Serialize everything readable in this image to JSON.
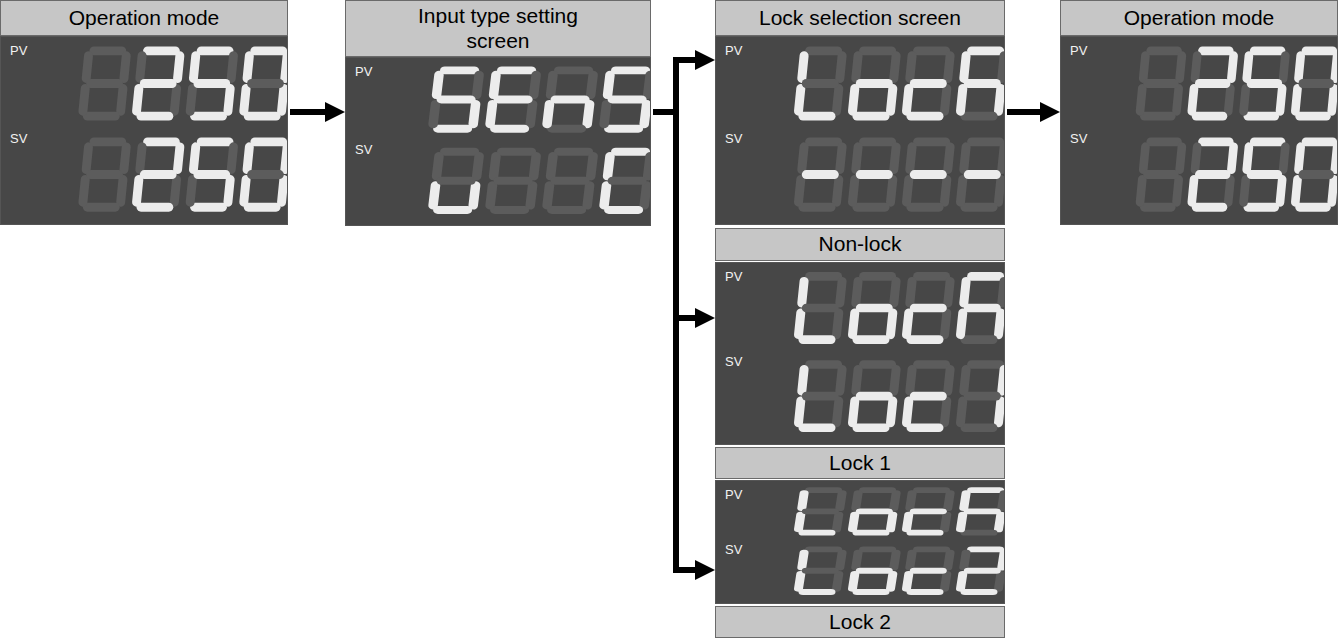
{
  "diagram": {
    "nodes": [
      {
        "text": [
          "Operation mode"
        ]
      },
      {
        "text": [
          "Input type setting screen"
        ]
      },
      {
        "text": [
          "Lock selection screen",
          "Non-lock"
        ]
      },
      {
        "text": [
          "Lock 1"
        ]
      },
      {
        "text": [
          "Lock 2"
        ]
      },
      {
        "text": [
          "Operation mode"
        ]
      }
    ],
    "edges": [
      {
        "from": 0,
        "to": 1,
        "arrow": "to"
      },
      {
        "from": 1,
        "to": 2,
        "arrow": "to"
      },
      {
        "from": 1,
        "to": 3,
        "arrow": "to"
      },
      {
        "from": 1,
        "to": 4,
        "arrow": "to"
      },
      {
        "from": 2,
        "to": 5,
        "arrow": "to"
      }
    ],
    "labels": [
      "PV",
      "SV",
      "PV",
      "SV",
      "PV",
      "SV",
      "PV",
      "SV",
      "PV",
      "SV",
      "PV",
      "SV"
    ]
  }
}
